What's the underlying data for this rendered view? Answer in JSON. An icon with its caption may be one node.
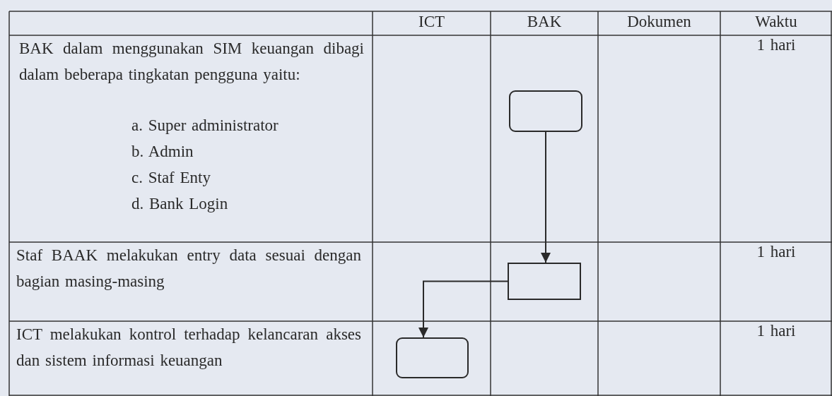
{
  "diagram": {
    "nodes": [
      {
        "text": [],
        "shape": "box"
      },
      {
        "text": [],
        "shape": "box"
      },
      {
        "text": [],
        "shape": "box"
      }
    ],
    "edges": [
      {
        "from": 0,
        "to": 1,
        "arrow": "to"
      },
      {
        "from": 1,
        "to": 2,
        "arrow": "to"
      }
    ],
    "labels": [
      "ICT",
      "BAK",
      "Dokumen",
      "Waktu",
      "BAK dalam menggunakan SIM keuangan dibagi dalam beberapa tingkatan pengguna yaitu:",
      "a. Super administrator",
      "b. Admin",
      "c. Staf Enty",
      "d. Bank Login",
      "1 hari",
      "Staf BAAK melakukan entry data sesuai dengan bagian masing-masing",
      "1 hari",
      "ICT melakukan kontrol terhadap kelancaran akses dan sistem informasi keuangan",
      "1 hari"
    ]
  }
}
